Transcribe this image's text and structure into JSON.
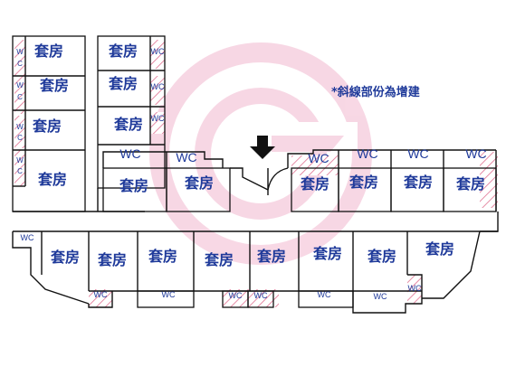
{
  "rooms": {
    "suite_label": "套房",
    "wc_label": "WC"
  },
  "note": "*斜線部份為增建",
  "colors": {
    "text": "#1f3a9a",
    "walls": "#111111",
    "logo_ring": "#f2b8cf",
    "hatch": "#e07090"
  },
  "icons": {
    "entrance": "down-arrow-icon",
    "watermark": "ring-logo-watermark"
  }
}
